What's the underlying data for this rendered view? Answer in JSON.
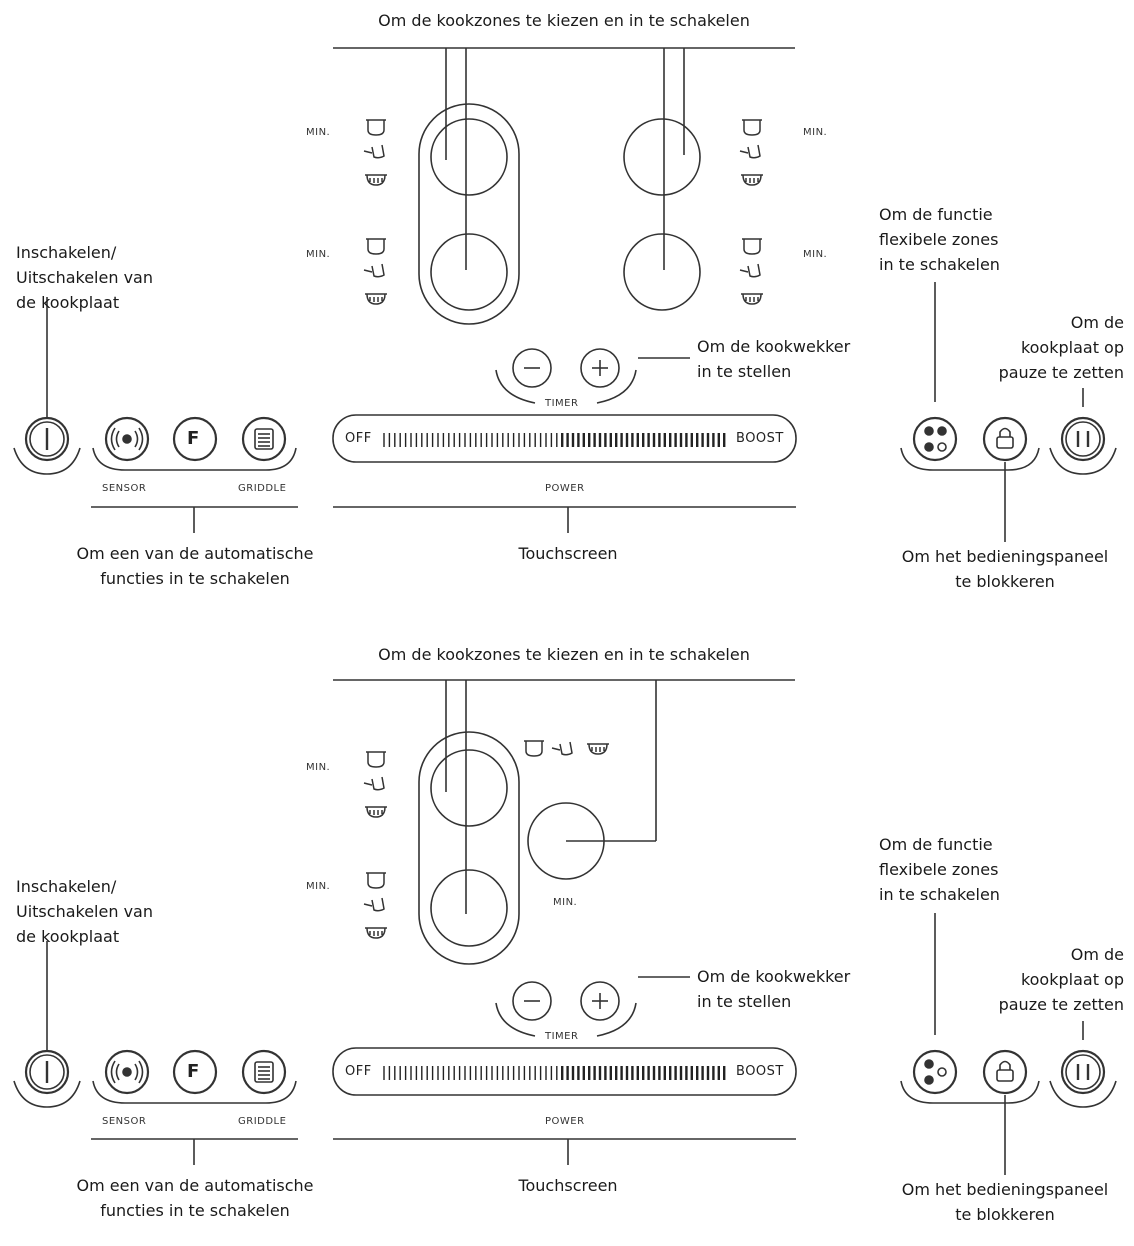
{
  "panels": [
    {
      "zones_label": "Om de kookzones te kiezen en in te schakelen",
      "onoff_label": "Inschakelen/\nUitschakelen van\nde kookplaat",
      "flex_label": "Om de functie\nflexibele zones\nin te schakelen",
      "pause_label": "Om de\nkookplaat op\npauze te zetten",
      "timer_label": "Om de kookwekker\nin te stellen",
      "timer_text": "TIMER",
      "auto_label": "Om een van de automatische\nfuncties in te schakelen",
      "touch_label": "Touchscreen",
      "lock_label": "Om het bedieningspaneel\nte blokkeren",
      "sensor": "SENSOR",
      "griddle": "GRIDDLE",
      "off": "OFF",
      "boost": "BOOST",
      "power": "POWER",
      "min_labels": [
        "MIN.",
        "MIN.",
        "MIN.",
        "MIN."
      ]
    },
    {
      "zones_label": "Om de kookzones te kiezen en in te schakelen",
      "onoff_label": "Inschakelen/\nUitschakelen van\nde kookplaat",
      "flex_label": "Om de functie\nflexibele zones\nin te schakelen",
      "pause_label": "Om de\nkookplaat op\npauze te zetten",
      "timer_label": "Om de kookwekker\nin te stellen",
      "timer_text": "TIMER",
      "auto_label": "Om een van de automatische\nfuncties in te schakelen",
      "touch_label": "Touchscreen",
      "lock_label": "Om het bedieningspaneel\nte blokkeren",
      "sensor": "SENSOR",
      "griddle": "GRIDDLE",
      "off": "OFF",
      "boost": "BOOST",
      "power": "POWER",
      "min_labels": [
        "MIN.",
        "MIN.",
        "MIN."
      ]
    }
  ]
}
